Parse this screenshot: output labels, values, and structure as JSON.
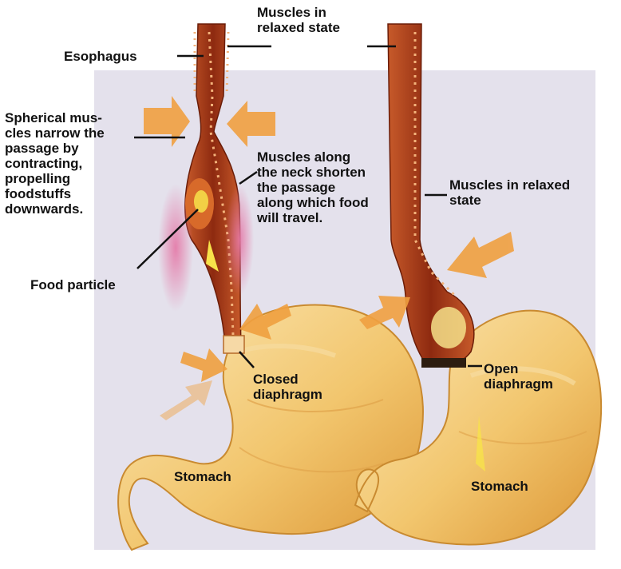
{
  "labels": {
    "muscles_relaxed_top": "Muscles in\nrelaxed state",
    "esophagus": "Esophagus",
    "spherical_muscles": "Spherical mus-\ncles narrow the\npassage by\ncontracting,\npropelling\nfoodstuffs\ndownwards.",
    "neck_muscles": "Muscles along\nthe neck shorten\nthe passage\nalong which food\nwill travel.",
    "muscles_relaxed_right": "Muscles in relaxed\nstate",
    "food_particle": "Food particle",
    "closed_diaphragm": "Closed\ndiaphragm",
    "open_diaphragm": "Open\ndiaphragm",
    "stomach_left": "Stomach",
    "stomach_right": "Stomach"
  },
  "colors": {
    "background_panel": "#e4e1ec",
    "stomach": "#f2c66e",
    "stomach_shade": "#d9962f",
    "esophagus_wall": "#8e2a10",
    "esophagus_light": "#c75a2a",
    "arrow": "#f0a040",
    "food": "#f7e24a",
    "contraction_glow": "#e477a6"
  }
}
